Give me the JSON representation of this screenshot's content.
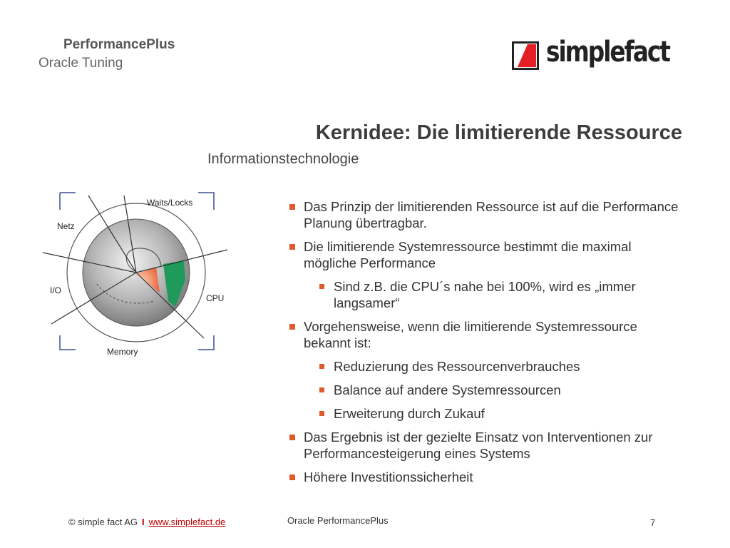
{
  "header": {
    "product": "PerformancePlus",
    "subtitle": "Oracle Tuning",
    "logo_text": "simplefact"
  },
  "slide": {
    "title": "Kernidee: Die limitierende Ressource",
    "subtitle": "Informationstechnologie"
  },
  "diagram": {
    "labels": {
      "waits": "Waits/Locks",
      "netz": "Netz",
      "io": "I/O",
      "cpu": "CPU",
      "memory": "Memory"
    }
  },
  "bullets": [
    "Das Prinzip der limitierenden Ressource ist auf die Performance Planung übertragbar.",
    "Die limitierende Systemressource bestimmt die maximal mögliche Performance",
    "Sind z.B. die CPU´s nahe bei 100%, wird es „immer langsamer“",
    "Vorgehensweise, wenn die limitierende Systemressource bekannt ist:",
    "Reduzierung des Ressourcenverbrauches",
    "Balance auf andere Systemressourcen",
    "Erweiterung durch Zukauf",
    "Das Ergebnis ist der gezielte Einsatz von Interventionen zur Performancesteigerung eines Systems",
    "Höhere Investitionssicherheit"
  ],
  "footer": {
    "copyright": "© simple fact AG",
    "separator": "I",
    "link": "www.simplefact.de",
    "center": "Oracle PerformancePlus",
    "page": "7"
  },
  "colors": {
    "accent_red": "#e05a2b",
    "logo_red": "#e31e24",
    "cpu_green": "#1f9a5a",
    "link_red": "#c00000"
  }
}
